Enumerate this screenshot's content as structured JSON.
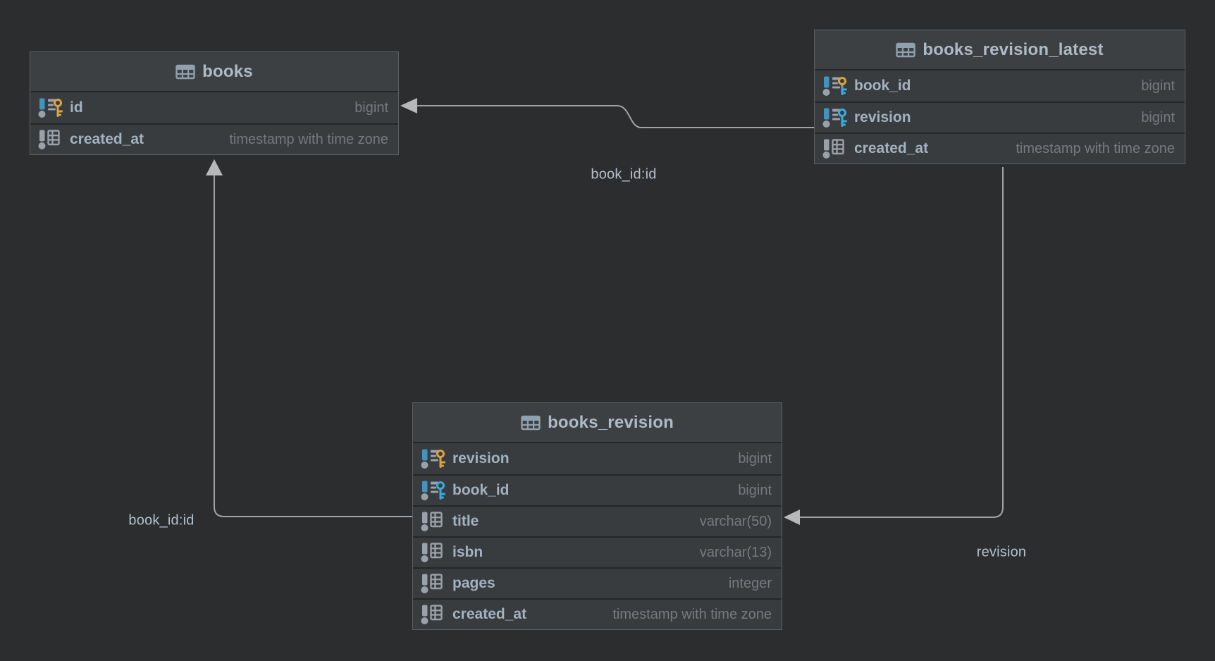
{
  "diagram": {
    "tables": [
      {
        "name": "books",
        "columns": [
          {
            "name": "id",
            "type": "bigint",
            "icon": "primary-key-icon"
          },
          {
            "name": "created_at",
            "type": "timestamp with time zone",
            "icon": "column-icon"
          }
        ]
      },
      {
        "name": "books_revision_latest",
        "columns": [
          {
            "name": "book_id",
            "type": "bigint",
            "icon": "primary-foreign-key-icon"
          },
          {
            "name": "revision",
            "type": "bigint",
            "icon": "foreign-key-icon"
          },
          {
            "name": "created_at",
            "type": "timestamp with time zone",
            "icon": "column-icon"
          }
        ]
      },
      {
        "name": "books_revision",
        "columns": [
          {
            "name": "revision",
            "type": "bigint",
            "icon": "primary-key-icon"
          },
          {
            "name": "book_id",
            "type": "bigint",
            "icon": "foreign-key-icon"
          },
          {
            "name": "title",
            "type": "varchar(50)",
            "icon": "column-icon"
          },
          {
            "name": "isbn",
            "type": "varchar(13)",
            "icon": "column-icon"
          },
          {
            "name": "pages",
            "type": "integer",
            "icon": "column-icon"
          },
          {
            "name": "created_at",
            "type": "timestamp with time zone",
            "icon": "column-icon"
          }
        ]
      }
    ],
    "edges": [
      {
        "label": "book_id:id",
        "from": "books_revision_latest.book_id",
        "to": "books.id"
      },
      {
        "label": "book_id:id",
        "from": "books_revision.book_id",
        "to": "books.id"
      },
      {
        "label": "revision",
        "from": "books_revision_latest.revision",
        "to": "books_revision.revision"
      }
    ],
    "colors": {
      "canvas": "#2b2d2e",
      "header_bg": "#3d4042",
      "row_bg": "#393c3f",
      "table_border": "#5d6164",
      "row_divider": "#242628",
      "title_text": "#aebac7",
      "column_text": "#a4b1bf",
      "type_text": "#76797d",
      "edge_line": "#a2a5a7",
      "arrow_fill": "#b6b8ba",
      "edge_label_text": "#b5c1cd",
      "pk_gold": "#d9a443",
      "fk_blue": "#3cabdf",
      "icon_gray": "#9aa1a8",
      "icon_blue_bar": "#4294bc",
      "icon_table": "#8fa0ae"
    }
  }
}
